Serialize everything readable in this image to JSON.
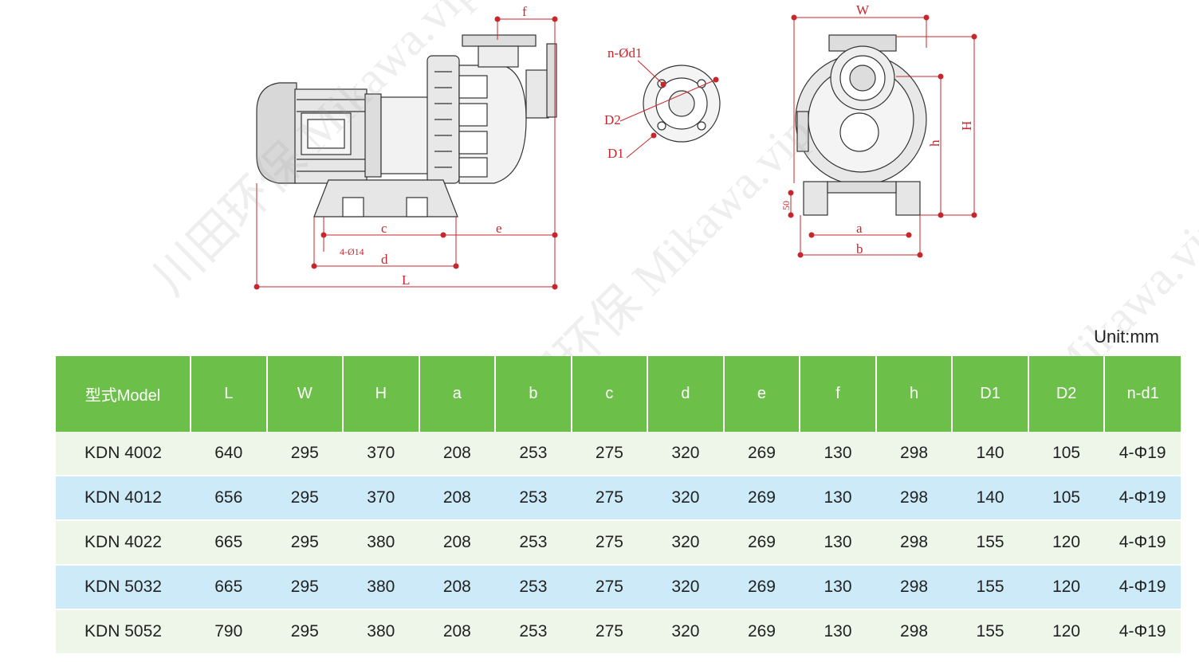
{
  "drawing": {
    "side_labels": {
      "f": "f",
      "c": "c",
      "e": "e",
      "d": "d",
      "L": "L",
      "holes": "4-Ø14"
    },
    "flange_labels": {
      "nd1": "n-Ød1",
      "D2": "D2",
      "D1": "D1"
    },
    "front_labels": {
      "W": "W",
      "H": "H",
      "h": "h",
      "a": "a",
      "b": "b",
      "h50": "50"
    }
  },
  "unit": "Unit:mm",
  "table": {
    "headers": [
      "型式Model",
      "L",
      "W",
      "H",
      "a",
      "b",
      "c",
      "d",
      "e",
      "f",
      "h",
      "D1",
      "D2",
      "n-d1"
    ],
    "rows": [
      [
        "KDN 4002",
        "640",
        "295",
        "370",
        "208",
        "253",
        "275",
        "320",
        "269",
        "130",
        "298",
        "140",
        "105",
        "4-Φ19"
      ],
      [
        "KDN 4012",
        "656",
        "295",
        "370",
        "208",
        "253",
        "275",
        "320",
        "269",
        "130",
        "298",
        "140",
        "105",
        "4-Φ19"
      ],
      [
        "KDN 4022",
        "665",
        "295",
        "380",
        "208",
        "253",
        "275",
        "320",
        "269",
        "130",
        "298",
        "155",
        "120",
        "4-Φ19"
      ],
      [
        "KDN 5032",
        "665",
        "295",
        "380",
        "208",
        "253",
        "275",
        "320",
        "269",
        "130",
        "298",
        "155",
        "120",
        "4-Φ19"
      ],
      [
        "KDN 5052",
        "790",
        "295",
        "380",
        "208",
        "253",
        "275",
        "320",
        "269",
        "130",
        "298",
        "155",
        "120",
        "4-Φ19"
      ]
    ]
  },
  "watermark": "川田环保 Mikawa.vip",
  "colors": {
    "header_green": "#6cc04a",
    "row_light": "#eef6ea",
    "row_blue": "#cdeaf8",
    "dimension_red": "#c8262c"
  }
}
